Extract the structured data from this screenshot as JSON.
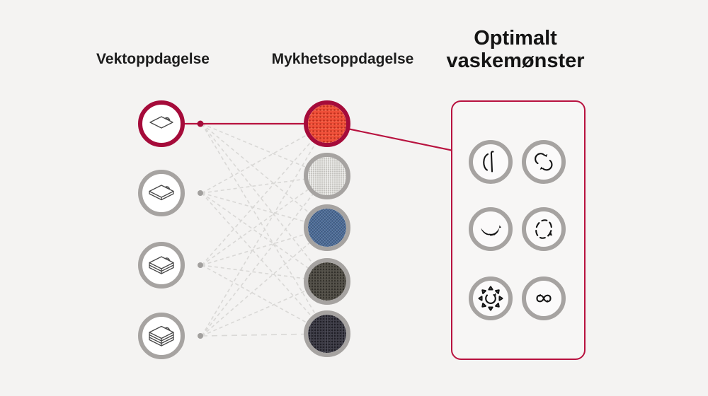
{
  "headers": {
    "weight": "Vektoppdagelse",
    "softness": "Mykhetsoppdagelse",
    "optimal": "Optimalt vaskemønster"
  },
  "colors": {
    "background": "#f4f3f2",
    "panel_bg": "#f7f6f5",
    "accent_red": "#a50b3a",
    "line_red": "#b8123f",
    "ring_gray": "#a6a3a1",
    "dot_gray": "#a2a09e",
    "dashed_line": "#d9d8d6",
    "fabric_orange": "#f05039",
    "fabric_linen": "#d8d7d3",
    "fabric_denim": "#4d6d99",
    "fabric_olive": "#55524b",
    "fabric_charcoal": "#3e3d47"
  },
  "weight_nodes": [
    {
      "icon": "fabric-sheet-single-icon",
      "highlighted": true
    },
    {
      "icon": "fabric-sheet-slab-icon",
      "highlighted": false
    },
    {
      "icon": "fabric-sheet-double-stack-icon",
      "highlighted": false
    },
    {
      "icon": "fabric-sheet-thick-stack-icon",
      "highlighted": false
    }
  ],
  "softness_nodes": [
    {
      "swatch": "orange-mesh",
      "highlighted": true
    },
    {
      "swatch": "light-linen",
      "highlighted": false
    },
    {
      "swatch": "blue-denim",
      "highlighted": false
    },
    {
      "swatch": "dark-olive-knit",
      "highlighted": false
    },
    {
      "swatch": "charcoal-weave",
      "highlighted": false
    }
  ],
  "pattern_nodes": [
    {
      "icon": "tumble-motion-icon",
      "highlighted": false
    },
    {
      "icon": "double-rotation-motion-icon",
      "highlighted": true
    },
    {
      "icon": "rocking-motion-icon",
      "highlighted": true
    },
    {
      "icon": "circular-motion-icon",
      "highlighted": false
    },
    {
      "icon": "scrub-burst-motion-icon",
      "highlighted": false
    },
    {
      "icon": "infinity-motion-icon",
      "highlighted": true
    }
  ],
  "connections": {
    "style": "fully-connected-dashed",
    "highlighted_path": [
      "weight-node-1",
      "softness-node-1",
      "optimal-pattern-panel"
    ]
  }
}
